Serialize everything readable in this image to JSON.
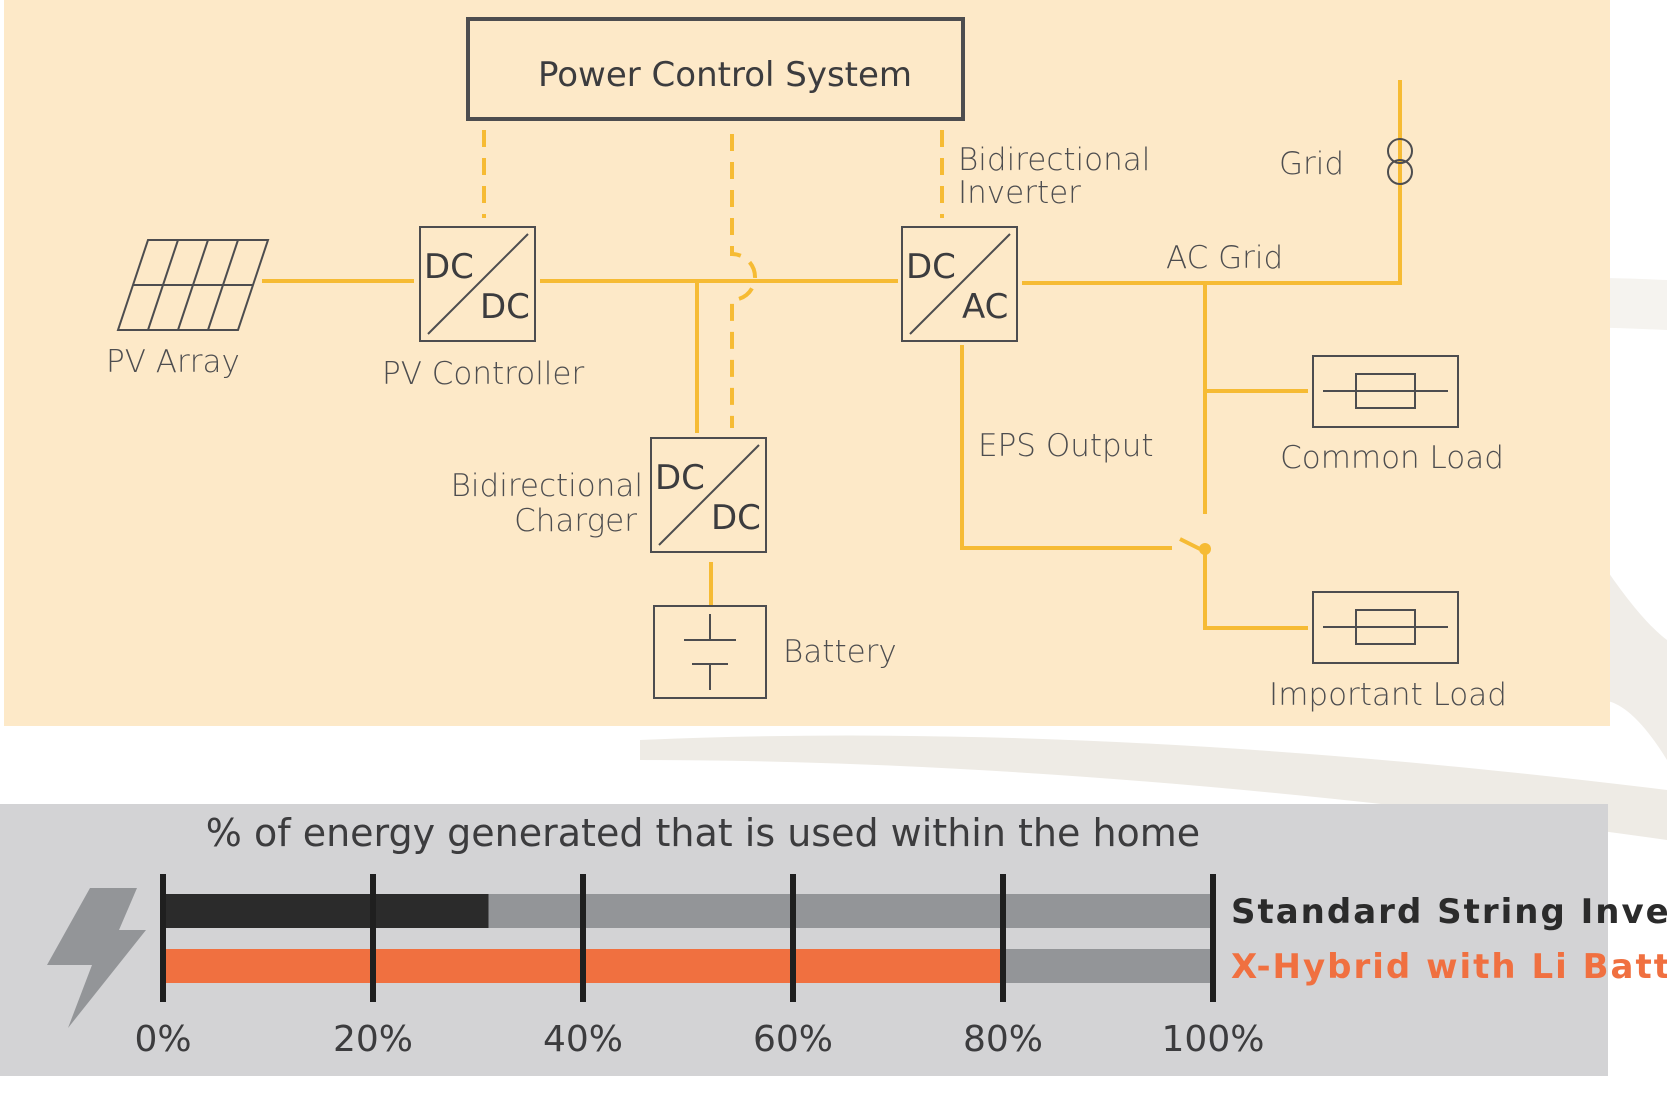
{
  "diagram": {
    "power_control_system": "Power Control System",
    "bidirectional_inverter": [
      "Bidirectional",
      "Inverter"
    ],
    "grid": "Grid",
    "ac_grid": "AC Grid",
    "pv_array": "PV Array",
    "pv_controller": "PV Controller",
    "dcdc_pv": [
      "DC",
      "DC"
    ],
    "dcac": [
      "DC",
      "AC"
    ],
    "dcdc_charger": [
      "DC",
      "DC"
    ],
    "bidirectional_charger": [
      "Bidirectional",
      "Charger"
    ],
    "battery": "Battery",
    "eps_output": "EPS Output",
    "common_load": "Common Load",
    "important_load": "Important Load"
  },
  "chart_data": {
    "type": "bar",
    "orientation": "horizontal",
    "title": "% of energy generated that is used within the home",
    "categories": [
      "Standard String Inverter",
      "X-Hybrid with Li Batteries"
    ],
    "values": [
      31,
      80
    ],
    "xlim": [
      0,
      100
    ],
    "ticks": [
      "0%",
      "20%",
      "40%",
      "60%",
      "80%",
      "100%"
    ],
    "colors": [
      "#2b2b2b",
      "#f07040"
    ],
    "track_color": "#939598",
    "label_colors": [
      "#2b2b2b",
      "#f07040"
    ]
  }
}
